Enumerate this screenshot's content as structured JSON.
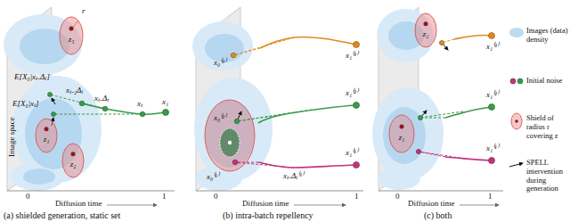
{
  "diagram": {
    "nodes": [
      {
        "text": [
          "z₃"
        ]
      },
      {
        "text": [
          "z₁"
        ]
      },
      {
        "text": [
          "z₂"
        ]
      },
      {
        "text": [
          "z₂"
        ]
      },
      {
        "text": [
          "z₁"
        ]
      }
    ],
    "labels": [
      "Image space",
      "r",
      "E[X₀|xₜ₋Δₜ]",
      "E[X₀|xₜ]",
      "xₜ₋₂Δₜ",
      "xₜ₋Δₜ",
      "xₜ",
      "x₁",
      "0",
      "1",
      "Diffusion time",
      "(a) shielded generation, static set",
      "x₁⁽³⁾",
      "x₀⁽³⁾",
      "x₁⁽²⁾",
      "x₀⁽²⁾",
      "x₁⁽¹⁾",
      "x₀⁽¹⁾",
      "xₜ₋Δₜ⁽¹⁾",
      "0",
      "1",
      "Diffusion time",
      "(b) intra-batch repellency",
      "x₁⁽³⁾",
      "x₁⁽²⁾",
      "x₁⁽¹⁾",
      "0",
      "1",
      "Diffusion time",
      "(c) both"
    ],
    "legend": [
      {
        "text": "Images (data) density",
        "color": "#bcdcf2"
      },
      {
        "text": "Initial noise"
      },
      {
        "text": "Shield of radius r covering z"
      },
      {
        "text": "SPELL intervention during generation"
      }
    ]
  }
}
